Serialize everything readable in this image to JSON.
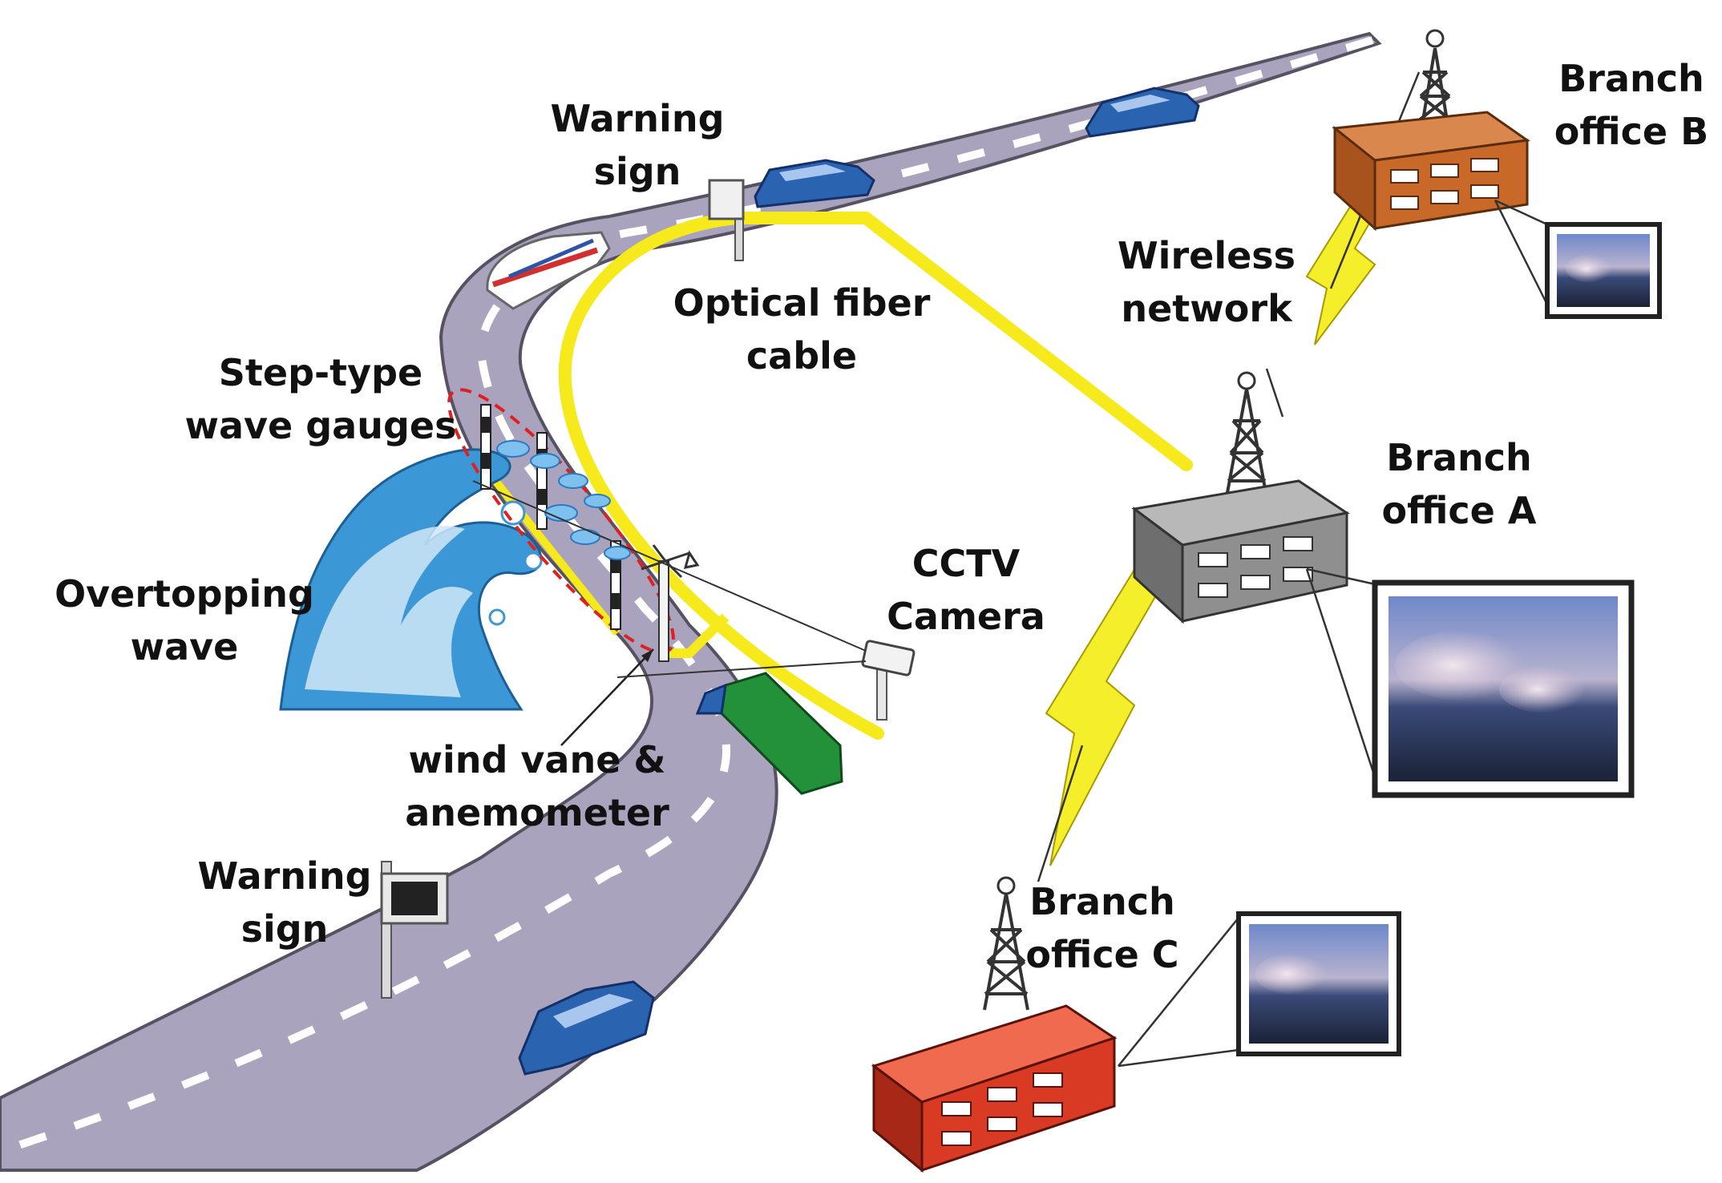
{
  "labels": {
    "warning_sign_top": {
      "line1": "Warning",
      "line2": "sign"
    },
    "optical_fiber": {
      "line1": "Optical fiber",
      "line2": "cable"
    },
    "step_type_gauges": {
      "line1": "Step-type",
      "line2": "wave gauges"
    },
    "overtopping_wave": {
      "line1": "Overtopping",
      "line2": "wave"
    },
    "cctv_camera": {
      "line1": "CCTV",
      "line2": "Camera"
    },
    "wind_vane": {
      "line1": "wind vane &",
      "line2": "anemometer"
    },
    "warning_sign_bottom": {
      "line1": "Warning",
      "line2": "sign"
    },
    "wireless_network": {
      "line1": "Wireless",
      "line2": "network"
    },
    "branch_a": {
      "line1": "Branch",
      "line2": "office A"
    },
    "branch_b": {
      "line1": "Branch",
      "line2": "office B"
    },
    "branch_c": {
      "line1": "Branch",
      "line2": "office C"
    }
  },
  "colors": {
    "road": "#a9a3bd",
    "road_edge": "#575262",
    "fiber": "#f7ea1c",
    "lightning": "#f5ee2a",
    "wave": "#3c97d6",
    "office_a": "#8f8f8f",
    "office_b": "#c8692a",
    "office_c": "#d83a24",
    "car": "#2a63b0",
    "truck": "#22913a"
  },
  "icons": [
    "antenna-tower-icon",
    "camera-icon",
    "sign-icon",
    "car-icon",
    "truck-icon",
    "train-icon",
    "wave-icon",
    "wind-vane-icon",
    "monitor-icon"
  ]
}
